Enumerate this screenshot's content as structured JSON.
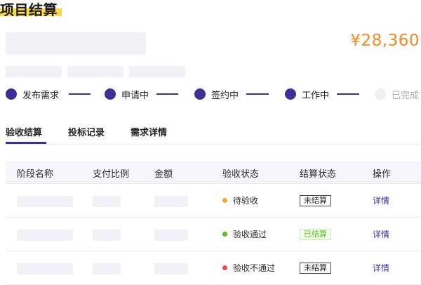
{
  "page": {
    "title": "项目结算"
  },
  "project": {
    "price": "¥28,360"
  },
  "steps": [
    {
      "label": "发布需求",
      "active": true
    },
    {
      "label": "申请中",
      "active": true
    },
    {
      "label": "签约中",
      "active": true
    },
    {
      "label": "工作中",
      "active": true
    },
    {
      "label": "已完成",
      "active": false
    }
  ],
  "tabs": [
    {
      "label": "验收结算",
      "selected": true
    },
    {
      "label": "投标记录",
      "selected": false
    },
    {
      "label": "需求详情",
      "selected": false
    }
  ],
  "table": {
    "headers": [
      "阶段名称",
      "支付比例",
      "金额",
      "验收状态",
      "结算状态",
      "操作"
    ],
    "rows": [
      {
        "acceptance_status": "待验收",
        "status_color": "#f5a623",
        "settlement_status": "未结算",
        "settled": false,
        "action": "详情"
      },
      {
        "acceptance_status": "验收通过",
        "status_color": "#52c41a",
        "settlement_status": "已结算",
        "settled": true,
        "action": "详情"
      },
      {
        "acceptance_status": "验收不通过",
        "status_color": "#f5484b",
        "settlement_status": "未结算",
        "settled": false,
        "action": "详情"
      }
    ]
  },
  "colors": {
    "accent": "#3d2e9a",
    "price": "#f08a24",
    "highlight": "#fbd84a"
  }
}
